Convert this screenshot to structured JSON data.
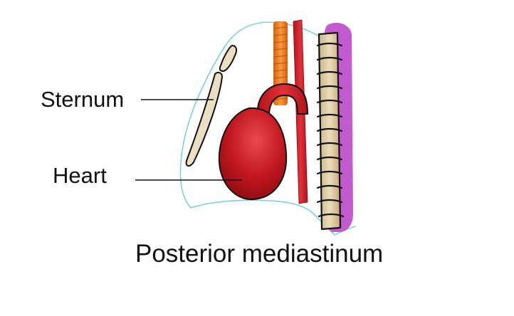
{
  "labels": {
    "sternum": "Sternum",
    "heart": "Heart"
  },
  "caption": "Posterior mediastinum",
  "colors": {
    "outline": "#7fd3cc",
    "sternum_fill": "#eadfc2",
    "heart_fill": "#c41820",
    "aorta_fill": "#d81e26",
    "esophagus_fill": "#e8731a",
    "spine_fill": "#d9c8a0",
    "spine_shadow": "#c25ad0",
    "leader_line": "#111111"
  },
  "structures": [
    "sternum",
    "heart",
    "aorta",
    "esophagus",
    "vertebral-column"
  ]
}
